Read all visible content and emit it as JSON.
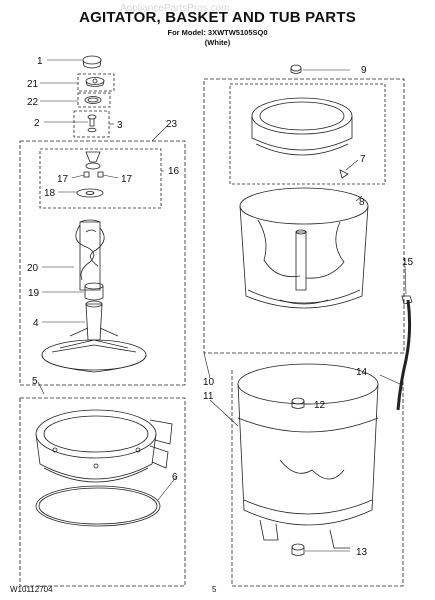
{
  "header": {
    "title": "AGITATOR, BASKET AND TUB PARTS",
    "model_line": "For Model: 3XWTW5105SQ0",
    "color_line": "(White)"
  },
  "watermark": "AppliancePartsPros.com",
  "callouts": [
    "1",
    "21",
    "22",
    "2",
    "3",
    "23",
    "16",
    "17",
    "17",
    "18",
    "20",
    "19",
    "4",
    "5",
    "6",
    "9",
    "7",
    "8",
    "15",
    "14",
    "10",
    "11",
    "12",
    "13"
  ],
  "footer": {
    "doc_number": "W10112704",
    "page_number": "5"
  }
}
